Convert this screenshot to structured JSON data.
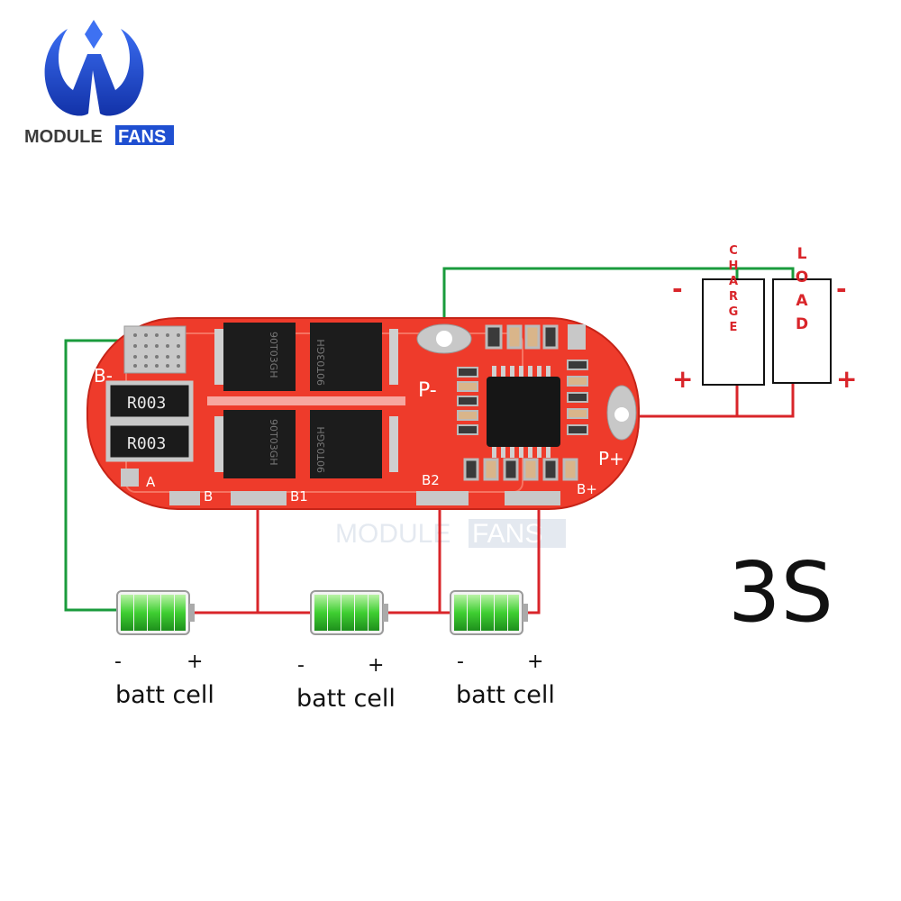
{
  "logo": {
    "brand_left": "MODULE",
    "brand_right": "FANS",
    "brand_color": "#1f4fd1"
  },
  "watermark": {
    "left": "MODULE",
    "right": "FANS"
  },
  "pcb": {
    "color": "#ee3b2b",
    "pads": {
      "b_minus": "B-",
      "p_minus": "P-",
      "p_plus": "P+",
      "b2": "B2",
      "b_plus": "B+",
      "b1": "B1",
      "b": "B",
      "a": "A"
    },
    "resistor_1": "R003",
    "resistor_2": "R003",
    "mosfet_1": "90T03GH",
    "mosfet_2": "90T03GH",
    "mosfet_3": "90T03GH",
    "mosfet_4": "90T03GH"
  },
  "charge_box": {
    "label": "CHARGE",
    "minus": "-",
    "plus": "+"
  },
  "load_box": {
    "label": "LOAD",
    "minus": "-",
    "plus": "+"
  },
  "config_label": "3S",
  "cells": [
    {
      "label": "batt cell",
      "minus": "-",
      "plus": "+"
    },
    {
      "label": "batt cell",
      "minus": "-",
      "plus": "+"
    },
    {
      "label": "batt cell",
      "minus": "-",
      "plus": "+"
    }
  ],
  "colors": {
    "green_wire": "#1a9b3c",
    "red_wire": "#d9252a",
    "battery_green": "#33c52d"
  }
}
